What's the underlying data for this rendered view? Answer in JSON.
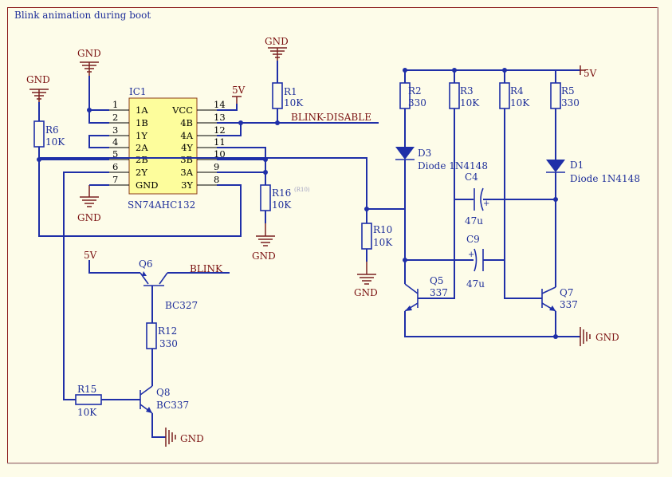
{
  "title": "Blink animation during boot",
  "ic1": {
    "ref": "IC1",
    "part": "SN74AHC132",
    "left_pins": [
      {
        "num": "1",
        "name": "1A"
      },
      {
        "num": "2",
        "name": "1B"
      },
      {
        "num": "3",
        "name": "1Y"
      },
      {
        "num": "4",
        "name": "2A"
      },
      {
        "num": "5",
        "name": "2B"
      },
      {
        "num": "6",
        "name": "2Y"
      },
      {
        "num": "7",
        "name": "GND"
      }
    ],
    "right_pins": [
      {
        "num": "14",
        "name": "VCC"
      },
      {
        "num": "13",
        "name": "4B"
      },
      {
        "num": "12",
        "name": "4A"
      },
      {
        "num": "11",
        "name": "4Y"
      },
      {
        "num": "10",
        "name": "3B"
      },
      {
        "num": "9",
        "name": "3A"
      },
      {
        "num": "8",
        "name": "3Y"
      }
    ]
  },
  "nets": {
    "gnd": "GND",
    "vcc": "5V",
    "blink_disable": "BLINK-DISABLE",
    "blink": "BLINK"
  },
  "resistors": {
    "R1": {
      "ref": "R1",
      "value": "10K"
    },
    "R2": {
      "ref": "R2",
      "value": "330"
    },
    "R3": {
      "ref": "R3",
      "value": "10K"
    },
    "R4": {
      "ref": "R4",
      "value": "10K"
    },
    "R5": {
      "ref": "R5",
      "value": "330"
    },
    "R6": {
      "ref": "R6",
      "value": "10K"
    },
    "R10": {
      "ref": "R10",
      "value": "10K"
    },
    "R12": {
      "ref": "R12",
      "value": "330"
    },
    "R15": {
      "ref": "R15",
      "value": "10K"
    },
    "R16": {
      "ref": "R16",
      "value": "10K",
      "ghost": "(R10)"
    }
  },
  "diodes": {
    "D1": {
      "ref": "D1",
      "value": "Diode 1N4148"
    },
    "D3": {
      "ref": "D3",
      "value": "Diode 1N4148"
    }
  },
  "capacitors": {
    "C4": {
      "ref": "C4",
      "value": "47u",
      "polarity": "+"
    },
    "C9": {
      "ref": "C9",
      "value": "47u",
      "polarity": "+"
    }
  },
  "transistors": {
    "Q5": {
      "ref": "Q5",
      "value": "337"
    },
    "Q6": {
      "ref": "Q6",
      "value": "BC327"
    },
    "Q7": {
      "ref": "Q7",
      "value": "337"
    },
    "Q8": {
      "ref": "Q8",
      "value": "BC337"
    }
  },
  "colors": {
    "background": "#fdfce9",
    "wire": "#1f2fa8",
    "designator": "#1f2f9a",
    "net_label": "#7a1010",
    "ic_body": "#fdfd9c",
    "border": "#8a1a1a"
  }
}
